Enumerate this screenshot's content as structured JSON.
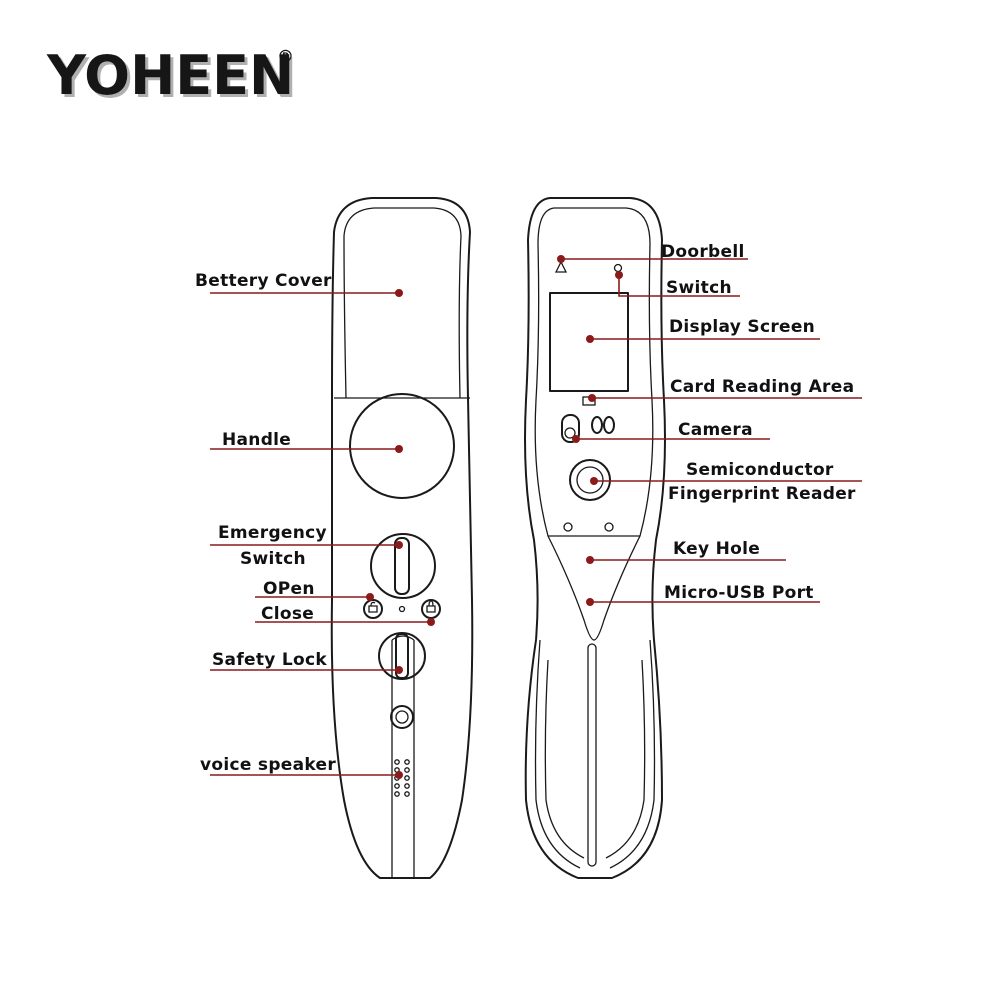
{
  "brand": {
    "name": "YOHEEN",
    "registered_mark": "®",
    "accent_color": "#8b1a1a"
  },
  "back_panel_labels": {
    "battery_cover": "Bettery Cover",
    "handle": "Handle",
    "emergency_switch_line1": "Emergency",
    "emergency_switch_line2": "Switch",
    "open": "OPen",
    "close": "Close",
    "safety_lock": "Safety Lock",
    "voice_speaker": "voice speaker"
  },
  "front_panel_labels": {
    "doorbell": "Doorbell",
    "switch": "Switch",
    "display_screen": "Display Screen",
    "card_reading_area": "Card Reading Area",
    "camera": "Camera",
    "fingerprint_line1": "Semiconductor",
    "fingerprint_line2": "Fingerprint Reader",
    "key_hole": "Key Hole",
    "micro_usb_port": "Micro-USB Port"
  }
}
